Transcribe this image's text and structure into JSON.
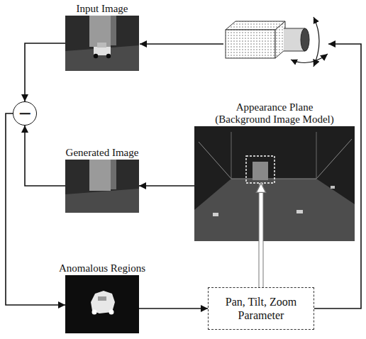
{
  "diagram": {
    "nodes": [
      {
        "text": [
          "Input Image"
        ]
      },
      {
        "text": [
          "−"
        ]
      },
      {
        "text": [
          "Appearance Plane",
          "(Background Image Model)"
        ]
      },
      {
        "text": [
          "Generated Image"
        ]
      },
      {
        "text": [
          "Anomalous Regions"
        ]
      },
      {
        "text": [
          "Pan, Tilt, Zoom Parameter"
        ]
      }
    ],
    "edges": [
      {
        "from": 0,
        "to": 1,
        "arrow": "to"
      },
      {
        "from": 3,
        "to": 1,
        "arrow": "to"
      },
      {
        "from": 1,
        "to": 4,
        "arrow": "to"
      },
      {
        "from": 2,
        "to": 3,
        "arrow": "to"
      },
      {
        "from": 4,
        "to": 5,
        "arrow": "to"
      },
      {
        "from": 5,
        "to": 2,
        "arrow": "to"
      }
    ]
  }
}
